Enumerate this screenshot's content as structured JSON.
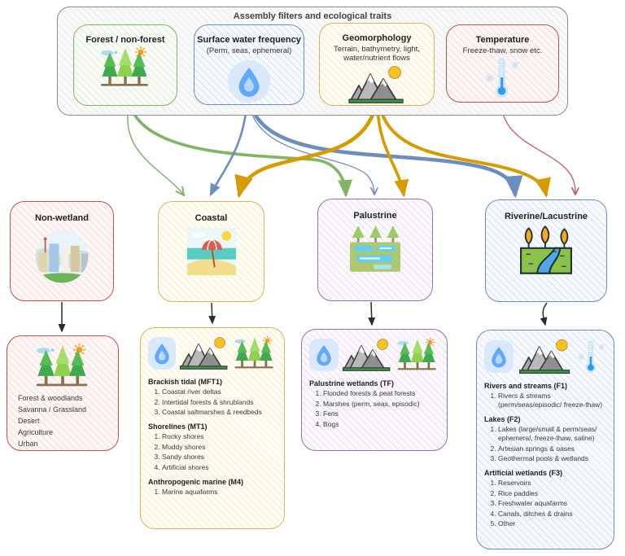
{
  "page": {
    "title": "Assembly filters and ecological traits"
  },
  "filters": {
    "forest": {
      "label": "Forest / non-forest",
      "icon": "pine-trees-icon"
    },
    "surface_water": {
      "label": "Surface water frequency",
      "sub": "(Perm, seas, ephemeral)",
      "icon": "water-drop-icon"
    },
    "geomorphology": {
      "label": "Geomorphology",
      "sub": "Terrain, bathymetry, light, water/nutrient flows",
      "icon": "mountains-icon"
    },
    "temperature": {
      "label": "Temperature",
      "sub": "Freeze-thaw, snow etc.",
      "icon": "thermometer-icon"
    }
  },
  "categories": {
    "non_wetland": {
      "label": "Non-wetland",
      "icon": "city-icon"
    },
    "coastal": {
      "label": "Coastal",
      "icon": "beach-icon"
    },
    "palustrine": {
      "label": "Palustrine",
      "icon": "marsh-icon"
    },
    "riverine": {
      "label": "Riverine/Lacustrine",
      "icon": "river-icon"
    }
  },
  "details": {
    "non_wetland": {
      "items": [
        "Forest & woodlands",
        "Savanna / Grassland",
        "Desert",
        "Agriculture",
        "Urban"
      ]
    },
    "coastal": {
      "sections": [
        {
          "header": "Brackish tidal (MFT1)",
          "items": [
            "Coastal river deltas",
            "Intertidal forests & shrublands",
            "Coastal saltmarshes & reedbeds"
          ]
        },
        {
          "header": "Shorelines (MT1)",
          "items": [
            "Rocky shores",
            "Muddy shores",
            "Sandy shores",
            "Artificial shores"
          ]
        },
        {
          "header": "Anthropogenic marine (M4)",
          "items": [
            "Marine aquafarms"
          ]
        }
      ]
    },
    "palustrine": {
      "sections": [
        {
          "header": "Palustrine wetlands (TF)",
          "items": [
            "Flooded forests & peat forests",
            "Marshes (perm, seas, episodic)",
            "Fens",
            "Bogs"
          ]
        }
      ]
    },
    "riverine": {
      "sections": [
        {
          "header": "Rivers and streams (F1)",
          "items": [
            "Rivers & streams (perm/seas/episodic/ freeze-thaw)"
          ]
        },
        {
          "header": "Lakes (F2)",
          "items": [
            "Lakes (large/small & perm/seas/ ephemeral, freeze-thaw, saline)",
            "Artesian springs & oases",
            "Geothermal pools & wetlands"
          ]
        },
        {
          "header": "Artificial wetlands (F3)",
          "items": [
            "Reservoirs",
            "Rice paddies",
            "Freshwater aquafarms",
            "Canals, ditches & drains",
            "Other"
          ]
        }
      ]
    }
  },
  "edges": [
    {
      "from": "forest",
      "to": "coastal",
      "color": "#82b366"
    },
    {
      "from": "forest",
      "to": "palustrine",
      "color": "#82b366"
    },
    {
      "from": "surface_water",
      "to": "coastal",
      "color": "#6c8ebf"
    },
    {
      "from": "surface_water",
      "to": "palustrine",
      "color": "#6c8ebf"
    },
    {
      "from": "surface_water",
      "to": "riverine",
      "color": "#6c8ebf"
    },
    {
      "from": "geomorphology",
      "to": "coastal",
      "color": "#d79b00"
    },
    {
      "from": "geomorphology",
      "to": "palustrine",
      "color": "#d79b00"
    },
    {
      "from": "geomorphology",
      "to": "riverine",
      "color": "#d79b00"
    },
    {
      "from": "temperature",
      "to": "riverine",
      "color": "#b85450"
    },
    {
      "from": "non_wetland",
      "to": "non_wetland_detail",
      "color": "#000000"
    },
    {
      "from": "coastal",
      "to": "coastal_detail",
      "color": "#000000"
    },
    {
      "from": "palustrine",
      "to": "palustrine_detail",
      "color": "#000000"
    },
    {
      "from": "riverine",
      "to": "riverine_detail",
      "color": "#000000"
    }
  ],
  "colors": {
    "green": "#82b366",
    "blue": "#6c8ebf",
    "yellow": "#d6b656",
    "gold": "#d79b00",
    "red": "#b85450",
    "purple": "#9673a6",
    "gray": "#8a8a8a",
    "black": "#000000"
  }
}
